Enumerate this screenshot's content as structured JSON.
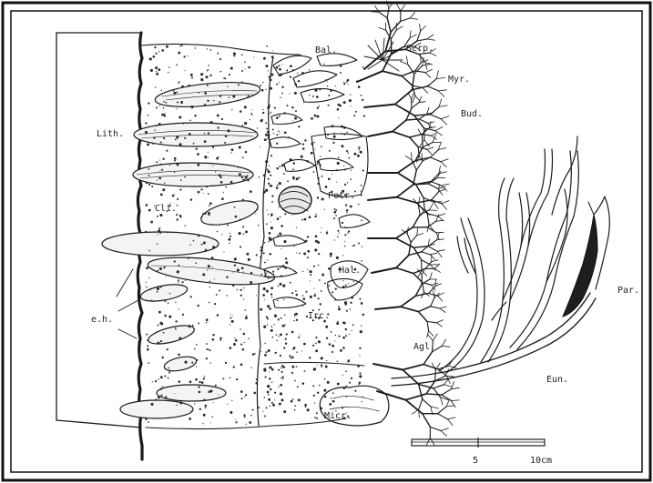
{
  "figure": {
    "labels": {
      "bal": "Bal.",
      "serp": "Serp.",
      "myr": "Myr.",
      "bud": "Bud.",
      "lith": "Lith.",
      "petr": "Petr.",
      "cli": "Cli.",
      "hal": "Hal.",
      "eh": "e.h.",
      "irc": "Irc.",
      "agl": "Agl.",
      "par": "Par.",
      "eun": "Eun.",
      "micr": "Micr."
    },
    "scale_bar": {
      "tick_mid": "5",
      "tick_end": "10cm"
    }
  }
}
